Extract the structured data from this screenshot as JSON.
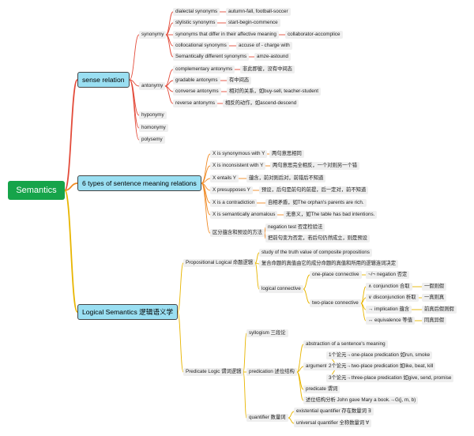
{
  "colors": {
    "root_bg": "#16a44a",
    "main_bg": "#9adff2",
    "branch_red": "#e34b3a",
    "branch_orange": "#f08a24",
    "branch_yellow": "#e8b500",
    "node_bg": "#efefef"
  },
  "root": {
    "label": "Semantics"
  },
  "branches": [
    {
      "label": "sense relation",
      "children": [
        {
          "label": "synonymy",
          "children": [
            {
              "label": "dialectal synonyms",
              "children": [
                {
                  "label": "autumn-fall, football-soccer"
                }
              ]
            },
            {
              "label": "stylistic synonyms",
              "children": [
                {
                  "label": "start-begin-commence"
                }
              ]
            },
            {
              "label": "synonyms that differ in their affective meaning",
              "children": [
                {
                  "label": "collaborator-accomplice"
                }
              ]
            },
            {
              "label": "collocational synonyms",
              "children": [
                {
                  "label": "accuse of - charge with"
                }
              ]
            },
            {
              "label": "Semantically different synonyms",
              "children": [
                {
                  "label": "amze-astound"
                }
              ]
            }
          ]
        },
        {
          "label": "antonymy",
          "children": [
            {
              "label": "complementary antonyms",
              "children": [
                {
                  "label": "非此即彼，没有中间态"
                }
              ]
            },
            {
              "label": "gradable antonyms",
              "children": [
                {
                  "label": "有中间态"
                }
              ]
            },
            {
              "label": "converse antonyms",
              "children": [
                {
                  "label": "相对的关系，如buy-sell, teacher-student"
                }
              ]
            },
            {
              "label": "reverse antonyms",
              "children": [
                {
                  "label": "相反的动作，如ascend-descend"
                }
              ]
            }
          ]
        },
        {
          "label": "hyponymy"
        },
        {
          "label": "homonymy"
        },
        {
          "label": "polysemy"
        }
      ]
    },
    {
      "label": "6 types of sentence meaning relations",
      "children": [
        {
          "label": "X is synonymous with Y",
          "children": [
            {
              "label": "两句意思相同"
            }
          ]
        },
        {
          "label": "X is inconsistent with Y",
          "children": [
            {
              "label": "两句意思完全相反，一个对则另一个错"
            }
          ]
        },
        {
          "label": "X entails Y",
          "children": [
            {
              "label": "蕴含，前对则后对，前错后不知道"
            }
          ]
        },
        {
          "label": "X presupposes Y",
          "children": [
            {
              "label": "预设，后句是前句的前提，后一定对，前不知道"
            }
          ]
        },
        {
          "label": "X is a contradiction",
          "children": [
            {
              "label": "自相矛盾，如The orphan's parents are rich."
            }
          ]
        },
        {
          "label": "X is semantically anomalous",
          "children": [
            {
              "label": "无意义，如The table has bad intentions."
            }
          ]
        },
        {
          "label": "区分蕴含和预设的方法",
          "children": [
            {
              "label": "negation test 否定检验法"
            },
            {
              "label": "把前句变为否定，若后句仍然成立，则是预设"
            }
          ]
        }
      ]
    },
    {
      "label": "Logical Semantics 逻辑语义学",
      "children": [
        {
          "label": "Propositional Logical 命题逻辑",
          "children": [
            {
              "label": "study of the truth value of composite propositions"
            },
            {
              "label": "复合命题的真值由它的成分命题的真值和所用的逻辑连词决定"
            },
            {
              "label": "logical connective",
              "children": [
                {
                  "label": "one-place connective",
                  "children": [
                    {
                      "label": "~/¬  negation 否定"
                    }
                  ]
                },
                {
                  "label": "two-place connective",
                  "children": [
                    {
                      "label": "∧ conjunction 合取",
                      "children": [
                        {
                          "label": "一假则假"
                        }
                      ]
                    },
                    {
                      "label": "∨ disconjunction 析取",
                      "children": [
                        {
                          "label": "一真则真"
                        }
                      ]
                    },
                    {
                      "label": "→ implication 蕴含",
                      "children": [
                        {
                          "label": "前真后假则假"
                        }
                      ]
                    },
                    {
                      "label": "↔ equivalence 等值",
                      "children": [
                        {
                          "label": "同真异假"
                        }
                      ]
                    }
                  ]
                }
              ]
            }
          ]
        },
        {
          "label": "Predicate Logic 谓词逻辑",
          "children": [
            {
              "label": "syllogism 三段论"
            },
            {
              "label": "predication 述位结构",
              "children": [
                {
                  "label": "abstraction of a sentence's meaning"
                },
                {
                  "label": "argument 论元",
                  "children": [
                    {
                      "label": "1个论元→one-place predication 如run, smoke"
                    },
                    {
                      "label": "2个论元→two-place predication 如like, beat, kill"
                    },
                    {
                      "label": "3个论元→three-place predication 如give, send, promise"
                    }
                  ]
                },
                {
                  "label": "predicate 谓词"
                },
                {
                  "label": "述位结构分析 John gave Mary a book.→G(j, m, b)"
                }
              ]
            },
            {
              "label": "quantifier 数量词",
              "children": [
                {
                  "label": "existential quantifier 存在数量词 ∃"
                },
                {
                  "label": "universal quantifier 全称数量词 ∀"
                }
              ]
            }
          ]
        }
      ]
    }
  ]
}
